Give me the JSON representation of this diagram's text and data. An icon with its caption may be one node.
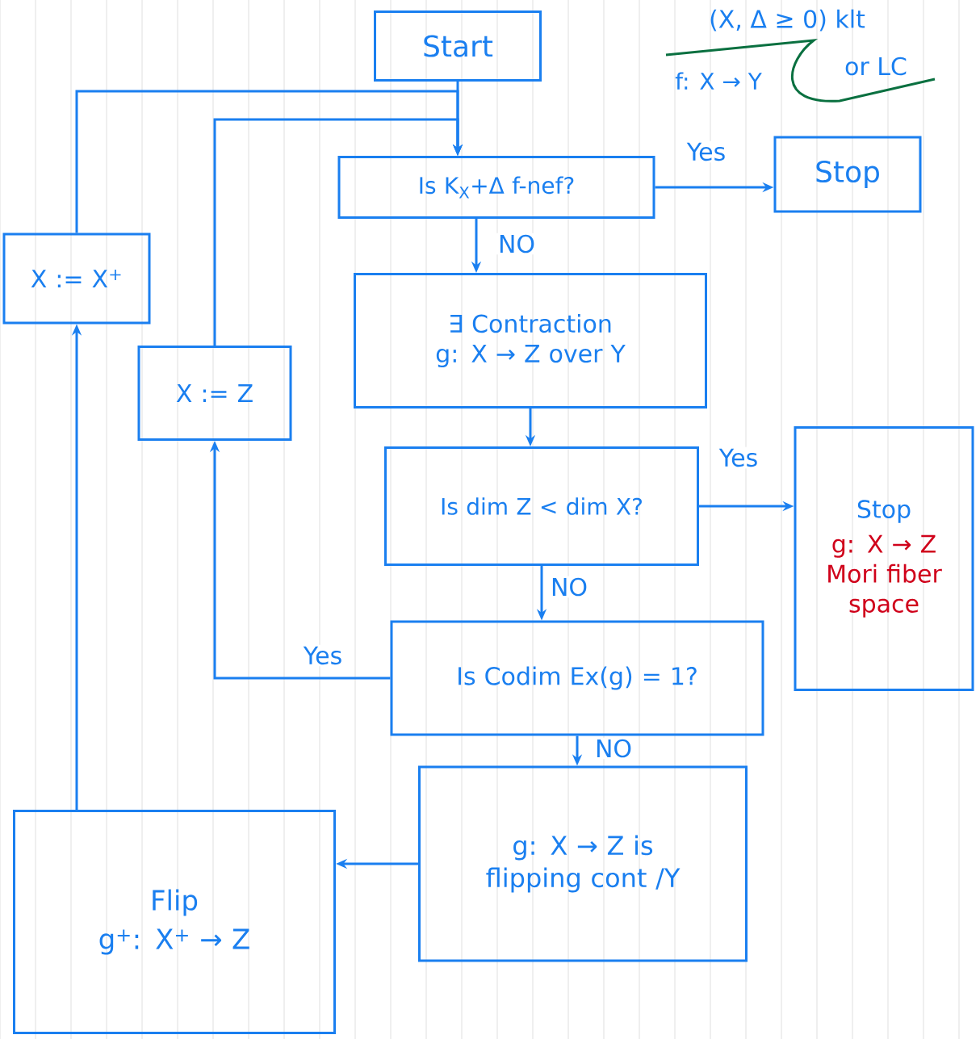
{
  "diagram": {
    "nodes": [
      {
        "text": [
          "Start"
        ]
      },
      {
        "text": [
          "Is K$_{X}$+Δ f-nef?"
        ]
      },
      {
        "text": [
          "Stop"
        ]
      },
      {
        "text": [
          "∃ Contraction g: X → Z over Y"
        ]
      },
      {
        "text": [
          "Is dim Z < dim X?"
        ]
      },
      {
        "text": [
          "Stop",
          "g: X → Z Mori fiber space"
        ]
      },
      {
        "text": [
          "Is Codim Ex(g) = 1?"
        ]
      },
      {
        "text": [
          "g: X → Z is flipping cont /Y"
        ]
      },
      {
        "text": [
          "Flip",
          "g$^{+}$: X$^{+}$ → Z"
        ]
      },
      {
        "text": [
          "X := X$^{+}$"
        ]
      },
      {
        "text": [
          "X := Z"
        ]
      }
    ],
    "edges": [
      {
        "from": 0,
        "to": 1,
        "arrow": "to"
      },
      {
        "from": 1,
        "to": 2,
        "arrow": "to",
        "label": "Yes"
      },
      {
        "from": 1,
        "to": 3,
        "arrow": "to",
        "label": "NO"
      },
      {
        "from": 3,
        "to": 4,
        "arrow": "to"
      },
      {
        "from": 4,
        "to": 5,
        "arrow": "to",
        "label": "Yes"
      },
      {
        "from": 4,
        "to": 6,
        "arrow": "to",
        "label": "NO"
      },
      {
        "from": 6,
        "to": 10,
        "arrow": "to",
        "label": "Yes"
      },
      {
        "from": 6,
        "to": 7,
        "arrow": "to",
        "label": "NO"
      },
      {
        "from": 7,
        "to": 8,
        "arrow": "to"
      },
      {
        "from": 8,
        "to": 9,
        "arrow": "to"
      },
      {
        "from": 9,
        "to": 1,
        "arrow": "to"
      },
      {
        "from": 10,
        "to": 1,
        "arrow": "to"
      }
    ],
    "labels": [
      "(X, Δ ≥ 0) klt",
      "f: X → Y",
      "or LC"
    ]
  }
}
